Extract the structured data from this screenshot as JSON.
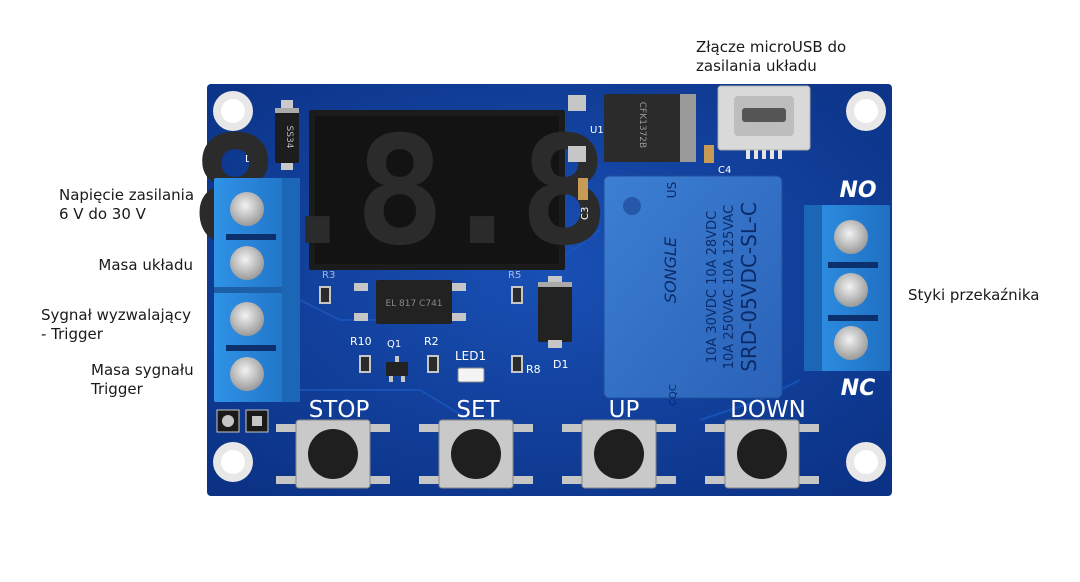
{
  "annotations": {
    "usb": "Złącze microUSB do\nzasilania układu",
    "supply": "Napięcie zasilania\n6 V do 30 V",
    "ground": "Masa układu",
    "trigger": "Sygnał wyzwalający\n- Trigger",
    "trigger_ground": "Masa sygnału\nTrigger",
    "relay_contacts": "Styki przekaźnika"
  },
  "board": {
    "display": "8.8.8.",
    "relay": {
      "brand": "SONGLE",
      "model": "SRD-05VDC-SL-C",
      "rating1": "10A 250VAC   10A 125VAC",
      "rating2": "10A  30VDC   10A  28VDC",
      "marks": [
        "US",
        "CQC"
      ]
    },
    "terminals": {
      "no": "NO",
      "nc": "NC"
    },
    "buttons": [
      "STOP",
      "SET",
      "UP",
      "DOWN"
    ],
    "components": {
      "d2": "D2",
      "ss34": "SS34",
      "c3": "C3",
      "c4": "C4",
      "u1": "U1",
      "r3": "R3",
      "r5": "R5",
      "r10": "R10",
      "q1": "Q1",
      "r2": "R2",
      "led1": "LED1",
      "r8": "R8",
      "d1": "D1",
      "optocoupler": "EL 817 C741",
      "regulator": "CFK1372B"
    }
  },
  "colors": {
    "pcb": "#0d3b94",
    "terminal": "#2a86d8",
    "relay": "#2f6fc7"
  }
}
